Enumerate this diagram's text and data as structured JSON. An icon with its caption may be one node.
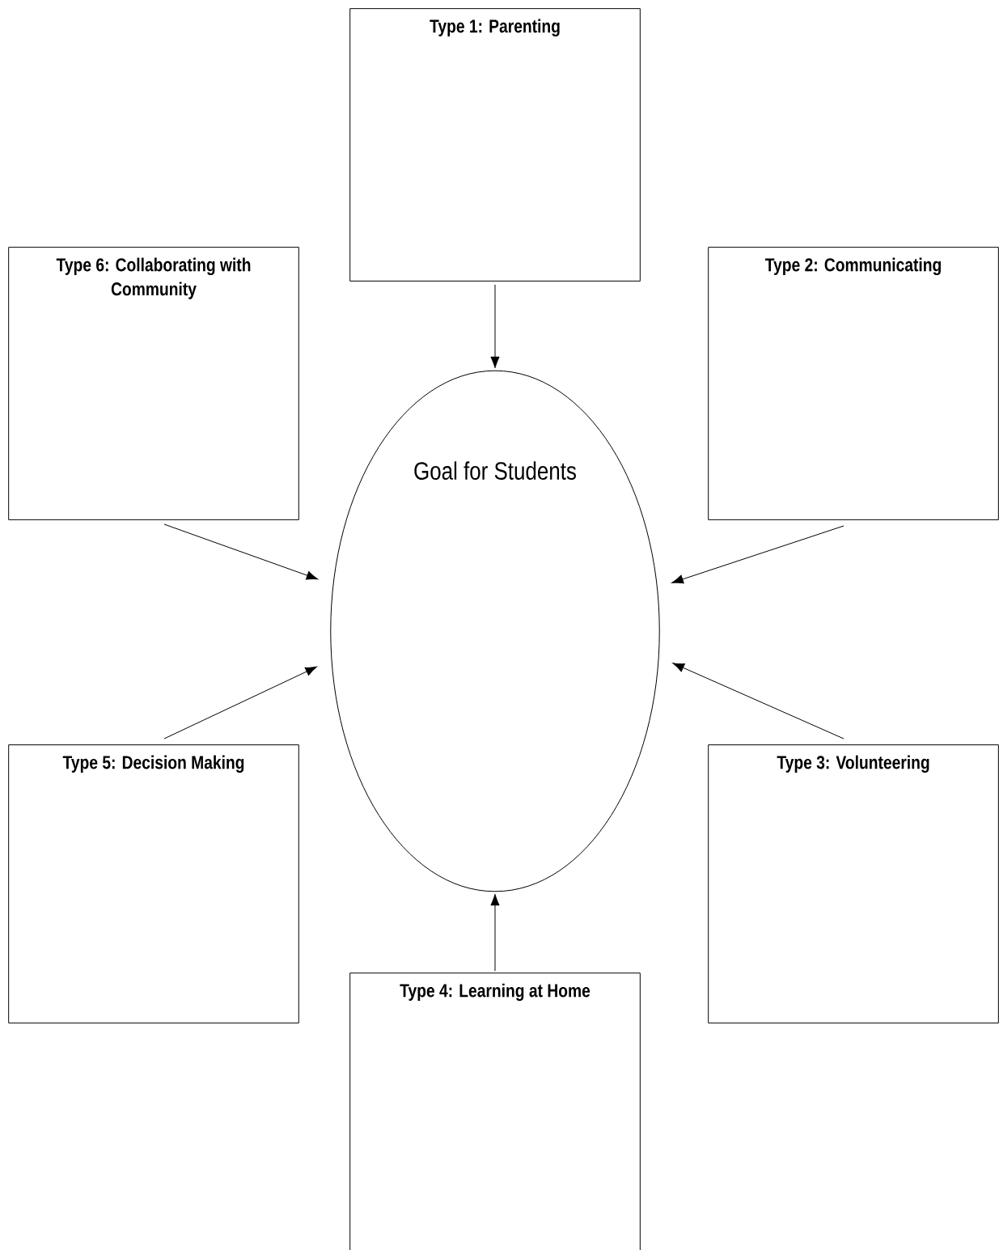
{
  "diagram": {
    "nodes": [
      {
        "text": [
          "Type 1: Parenting"
        ]
      },
      {
        "text": [
          "Type 6: Collaborating with Community"
        ]
      },
      {
        "text": [
          "Type 2: Communicating"
        ]
      },
      {
        "text": [
          "Goal for Students"
        ]
      },
      {
        "text": [
          "Type 5: Decision Making"
        ]
      },
      {
        "text": [
          "Type 3: Volunteering"
        ]
      },
      {
        "text": [
          "Type 4: Learning at Home"
        ]
      }
    ],
    "edges": [
      {
        "from": 0,
        "to": 3,
        "arrow": "to"
      },
      {
        "from": 1,
        "to": 3,
        "arrow": "to"
      },
      {
        "from": 2,
        "to": 3,
        "arrow": "to"
      },
      {
        "from": 4,
        "to": 3,
        "arrow": "to"
      },
      {
        "from": 5,
        "to": 3,
        "arrow": "to"
      },
      {
        "from": 6,
        "to": 3,
        "arrow": "to"
      }
    ]
  }
}
